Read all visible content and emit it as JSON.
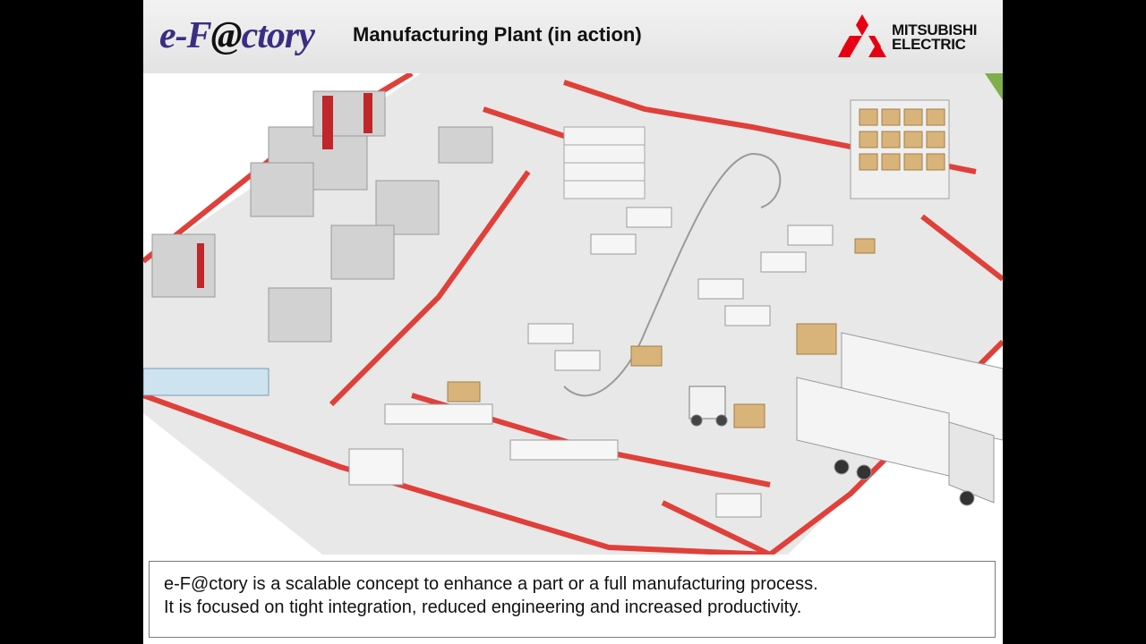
{
  "header": {
    "logo_text_pre": "e-F",
    "logo_text_accent": "@",
    "logo_text_post": "ctory",
    "title": "Manufacturing Plant (in action)",
    "brand_line1": "MITSUBISHI",
    "brand_line2": "ELECTRIC"
  },
  "caption": {
    "line1": "e-F@ctory is a scalable concept to enhance a part or a full manufacturing process.",
    "line2": "It is focused on tight integration, reduced engineering and increased productivity."
  },
  "colors": {
    "wall_red": "#e0403a",
    "floor": "#e6e6e6",
    "logo_purple": "#3a2d82",
    "brand_red": "#e60012",
    "grass": "#7fae4a",
    "box_tan": "#d9b47a"
  },
  "icons": {
    "brand_logo": "three-diamonds-icon",
    "product_logo": "e-factory-logo"
  }
}
